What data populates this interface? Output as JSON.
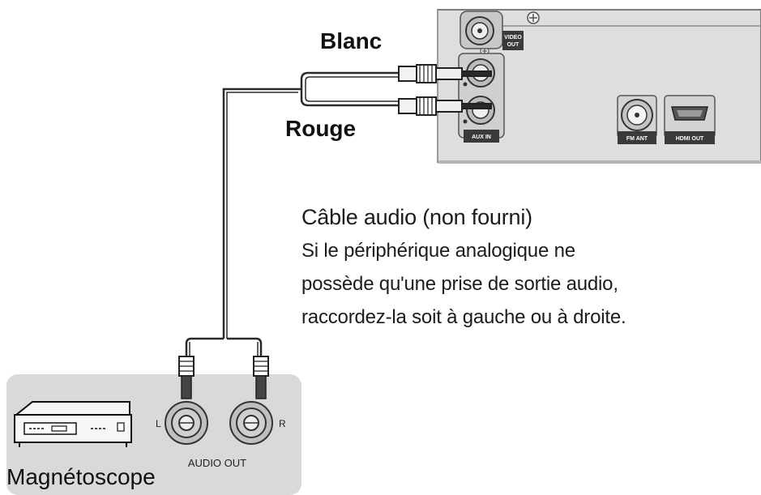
{
  "labels": {
    "white": "Blanc",
    "red": "Rouge",
    "device": "Magnétoscope",
    "audio_out": "AUDIO OUT",
    "left": "L",
    "right": "R"
  },
  "receiver_ports": {
    "video_out_line1": "VIDEO",
    "video_out_line2": "OUT",
    "aux_in": "AUX IN",
    "fm_ant": "FM ANT",
    "hdmi_out": "HDMI OUT"
  },
  "note": {
    "title": "Câble audio",
    "title_suffix": "(non fourni)",
    "line1": "Si le périphérique analogique ne",
    "line2": "possède qu'une prise de sortie audio,",
    "line3": "raccordez-la soit à gauche ou à droite."
  },
  "colors": {
    "panel_fill": "#dcdcdc",
    "panel_edge": "#8a8a8a",
    "cable": "#2a2a2a",
    "port_label_bg": "#3a3a3a",
    "device_box": "#d9d9d9"
  }
}
